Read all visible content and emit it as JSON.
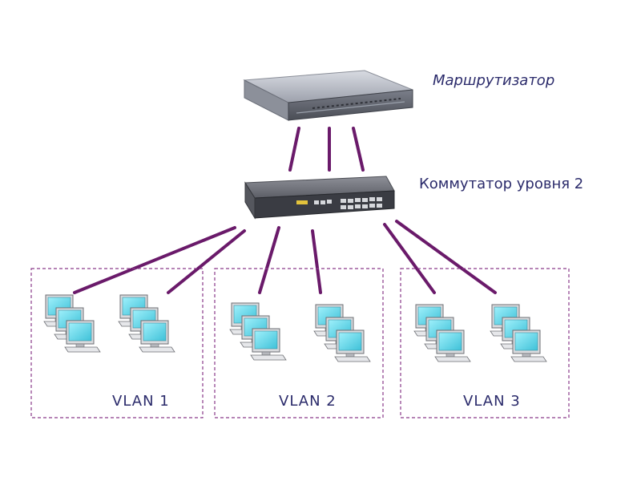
{
  "labels": {
    "router": "Маршрутизатор",
    "switch": "Коммутатор уровня 2"
  },
  "vlans": [
    {
      "label": "VLAN 1"
    },
    {
      "label": "VLAN 2"
    },
    {
      "label": "VLAN 3"
    }
  ],
  "colors": {
    "link": "#6a1a6a",
    "border": "#8a3a8a",
    "screen": "#5fd3e6",
    "label": "#2b2b6b"
  }
}
